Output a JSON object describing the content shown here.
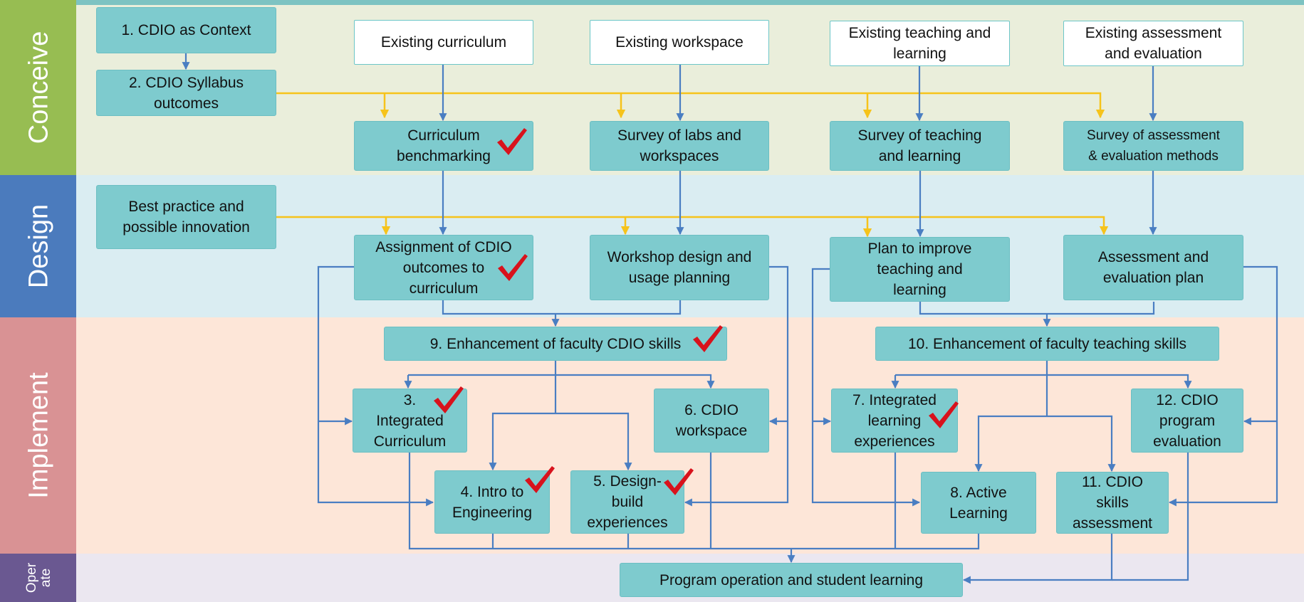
{
  "phases": {
    "conceive": "Conceive",
    "design": "Design",
    "implement": "Implement",
    "operate": "Oper\nate"
  },
  "colors": {
    "conceive_band": "#eaeedb",
    "design_band": "#daedf2",
    "implement_band": "#fde6d8",
    "operate_band": "#ebe7f0",
    "conceive_label": "#97bd52",
    "design_label": "#4b7bbd",
    "implement_label": "#d99294",
    "operate_label": "#6a5891",
    "box_fill": "#7ecbce",
    "blue_arrow": "#4a7ec2",
    "yellow_arrow": "#f6c31b",
    "check": "#d8121c"
  },
  "boxes": {
    "cdio_context": "1. CDIO as Context",
    "cdio_syllabus": "2. CDIO Syllabus\noutcomes",
    "existing_curriculum": "Existing curriculum",
    "existing_workspace": "Existing workspace",
    "existing_teaching": "Existing teaching and\nlearning",
    "existing_assessment": "Existing assessment\nand evaluation",
    "curriculum_benchmarking": "Curriculum\nbenchmarking",
    "survey_labs": "Survey of labs and\nworkspaces",
    "survey_teaching": "Survey of teaching\nand learning",
    "survey_assessment": "Survey of assessment\n& evaluation  methods",
    "best_practice": "Best practice and\npossible innovation",
    "assignment_outcomes": "Assignment of CDIO\noutcomes to\ncurriculum",
    "workshop_design": "Workshop design and\nusage planning",
    "plan_improve": "Plan to improve\nteaching and\nlearning",
    "assessment_plan": "Assessment and\nevaluation plan",
    "enh_faculty_cdio": "9. Enhancement of faculty CDIO skills",
    "enh_faculty_teaching": "10. Enhancement of faculty teaching skills",
    "integrated_curriculum": "3.\nIntegrated\nCurriculum",
    "intro_engineering": "4. Intro to\nEngineering",
    "design_build": "5. Design-\nbuild\nexperiences",
    "cdio_workspace": "6. CDIO\nworkspace",
    "integrated_learning": "7. Integrated\nlearning\nexperiences",
    "active_learning": "8. Active\nLearning",
    "skills_assessment": "11. CDIO\nskills\nassessment",
    "program_evaluation": "12. CDIO\nprogram\nevaluation",
    "program_operation": "Program operation and student learning"
  }
}
